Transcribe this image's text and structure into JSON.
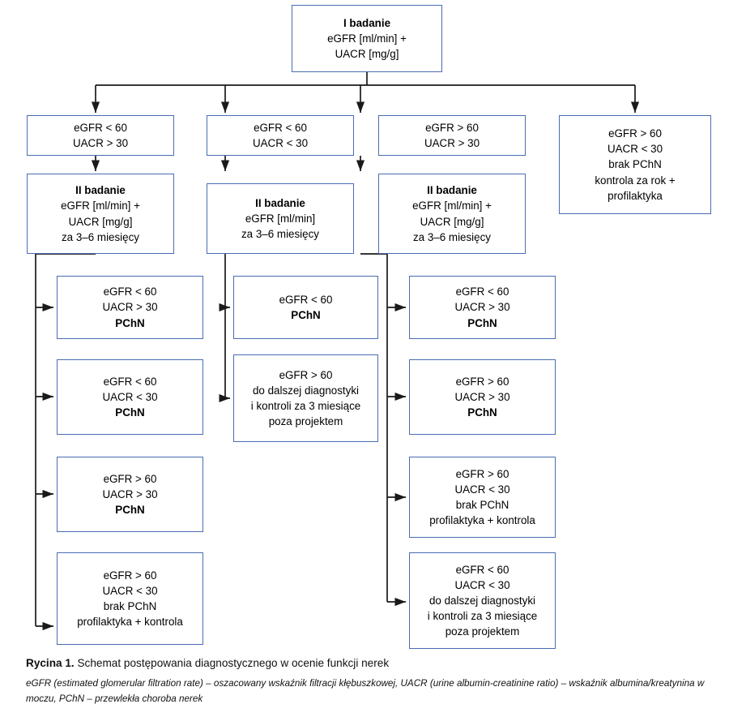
{
  "figure": {
    "border_color": "#4a6cb3",
    "connector_color": "#1a1a1a",
    "caption_label": "Rycina 1.",
    "caption_title": " Schemat postępowania diagnostycznego w ocenie funkcji nerek",
    "caption_note": "eGFR (estimated glomerular filtration rate) – oszacowany wskaźnik filtracji kłębuszkowej, UACR (urine albumin-creatinine ratio) – wskaźnik albumina/kreatynina w moczu, PChN – przewlekła choroba nerek"
  },
  "nodes": {
    "root": {
      "lines": [
        {
          "text": "I badanie",
          "bold": true
        },
        {
          "text": "eGFR [ml/min] +",
          "bold": false
        },
        {
          "text": "UACR [mg/g]",
          "bold": false
        }
      ]
    },
    "branch1": {
      "lines": [
        {
          "text": "eGFR < 60",
          "bold": false
        },
        {
          "text": "UACR > 30",
          "bold": false
        }
      ]
    },
    "branch2": {
      "lines": [
        {
          "text": "eGFR < 60",
          "bold": false
        },
        {
          "text": "UACR < 30",
          "bold": false
        }
      ]
    },
    "branch3": {
      "lines": [
        {
          "text": "eGFR > 60",
          "bold": false
        },
        {
          "text": "UACR > 30",
          "bold": false
        }
      ]
    },
    "branch4": {
      "lines": [
        {
          "text": "eGFR > 60",
          "bold": false
        },
        {
          "text": "UACR < 30",
          "bold": false
        },
        {
          "text": "brak PChN",
          "bold": false
        },
        {
          "text": "kontrola za rok +",
          "bold": false
        },
        {
          "text": "profilaktyka",
          "bold": false
        }
      ]
    },
    "second1": {
      "lines": [
        {
          "text": "II badanie",
          "bold": true
        },
        {
          "text": "eGFR [ml/min] +",
          "bold": false
        },
        {
          "text": "UACR [mg/g]",
          "bold": false
        },
        {
          "text": "za 3–6 miesięcy",
          "bold": false
        }
      ]
    },
    "second2": {
      "lines": [
        {
          "text": "II badanie",
          "bold": true
        },
        {
          "text": "eGFR [ml/min]",
          "bold": false
        },
        {
          "text": "za 3–6 miesięcy",
          "bold": false
        }
      ]
    },
    "second3": {
      "lines": [
        {
          "text": "II badanie",
          "bold": true
        },
        {
          "text": "eGFR [ml/min] +",
          "bold": false
        },
        {
          "text": "UACR [mg/g]",
          "bold": false
        },
        {
          "text": "za 3–6 miesięcy",
          "bold": false
        }
      ]
    },
    "c1r1": {
      "lines": [
        {
          "text": "eGFR < 60",
          "bold": false
        },
        {
          "text": "UACR > 30",
          "bold": false
        },
        {
          "text": "PChN",
          "bold": true
        }
      ]
    },
    "c1r2": {
      "lines": [
        {
          "text": "eGFR < 60",
          "bold": false
        },
        {
          "text": "UACR < 30",
          "bold": false
        },
        {
          "text": "PChN",
          "bold": true
        }
      ]
    },
    "c1r3": {
      "lines": [
        {
          "text": "eGFR > 60",
          "bold": false
        },
        {
          "text": "UACR > 30",
          "bold": false
        },
        {
          "text": "PChN",
          "bold": true
        }
      ]
    },
    "c1r4": {
      "lines": [
        {
          "text": "eGFR > 60",
          "bold": false
        },
        {
          "text": "UACR < 30",
          "bold": false
        },
        {
          "text": "brak PChN",
          "bold": false
        },
        {
          "text": "profilaktyka + kontrola",
          "bold": false
        }
      ]
    },
    "c2r1": {
      "lines": [
        {
          "text": "eGFR < 60",
          "bold": false
        },
        {
          "text": "PChN",
          "bold": true
        }
      ]
    },
    "c2r2": {
      "lines": [
        {
          "text": "eGFR > 60",
          "bold": false
        },
        {
          "text": "do dalszej diagnostyki",
          "bold": false
        },
        {
          "text": "i kontroli za 3 miesiące",
          "bold": false
        },
        {
          "text": "poza projektem",
          "bold": false
        }
      ]
    },
    "c3r1": {
      "lines": [
        {
          "text": "eGFR < 60",
          "bold": false
        },
        {
          "text": "UACR > 30",
          "bold": false
        },
        {
          "text": "PChN",
          "bold": true
        }
      ]
    },
    "c3r2": {
      "lines": [
        {
          "text": "eGFR > 60",
          "bold": false
        },
        {
          "text": "UACR > 30",
          "bold": false
        },
        {
          "text": "PChN",
          "bold": true
        }
      ]
    },
    "c3r3": {
      "lines": [
        {
          "text": "eGFR > 60",
          "bold": false
        },
        {
          "text": "UACR < 30",
          "bold": false
        },
        {
          "text": "brak PChN",
          "bold": false
        },
        {
          "text": "profilaktyka + kontrola",
          "bold": false
        }
      ]
    },
    "c3r4": {
      "lines": [
        {
          "text": "eGFR < 60",
          "bold": false
        },
        {
          "text": "UACR < 30",
          "bold": false
        },
        {
          "text": "do dalszej diagnostyki",
          "bold": false
        },
        {
          "text": "i kontroli za 3 miesiące",
          "bold": false
        },
        {
          "text": "poza projektem",
          "bold": false
        }
      ]
    }
  }
}
